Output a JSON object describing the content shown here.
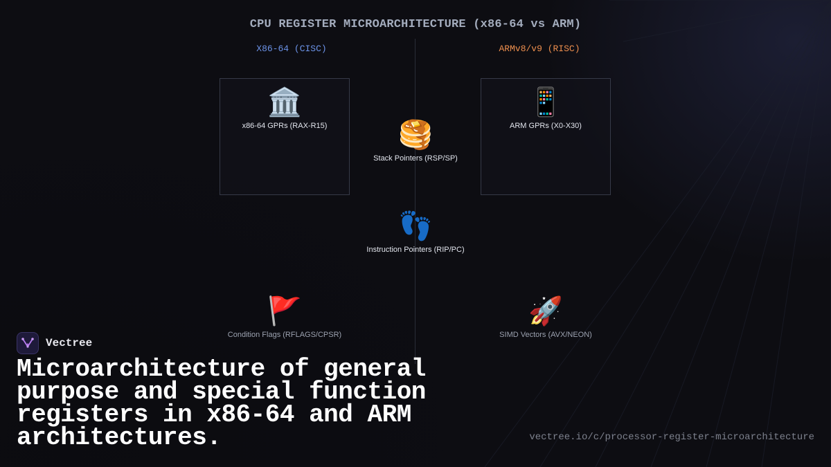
{
  "diagram": {
    "title": "CPU REGISTER MICROARCHITECTURE (x86-64 vs ARM)",
    "columns": {
      "left": {
        "label": "X86-64 (CISC)",
        "color": "#6c93e8"
      },
      "right": {
        "label": "ARMv8/v9 (RISC)",
        "color": "#ee8f4e"
      }
    },
    "nodes": {
      "x86_gprs": {
        "icon": "classical-building-icon",
        "glyph": "🏛️",
        "label": "x86-64 GPRs (RAX-R15)"
      },
      "arm_gprs": {
        "icon": "mobile-phone-icon",
        "glyph": "📱",
        "label": "ARM GPRs (X0-X30)"
      },
      "stack_pointers": {
        "icon": "pancakes-icon",
        "glyph": "🥞",
        "label": "Stack Pointers (RSP/SP)"
      },
      "instruction_pointers": {
        "icon": "footprints-icon",
        "glyph": "👣",
        "label": "Instruction Pointers (RIP/PC)"
      },
      "condition_flags": {
        "icon": "red-flag-icon",
        "glyph": "🚩",
        "label": "Condition Flags (RFLAGS/CPSR)"
      },
      "simd_vectors": {
        "icon": "rocket-icon",
        "glyph": "🚀",
        "label": "SIMD Vectors (AVX/NEON)"
      }
    }
  },
  "brand": {
    "name": "Vectree",
    "logo_icon": "vectree-logo-icon"
  },
  "headline": "Microarchitecture of general purpose and special function registers in x86-64 and ARM architectures.",
  "url": "vectree.io/c/processor-register-microarchitecture"
}
